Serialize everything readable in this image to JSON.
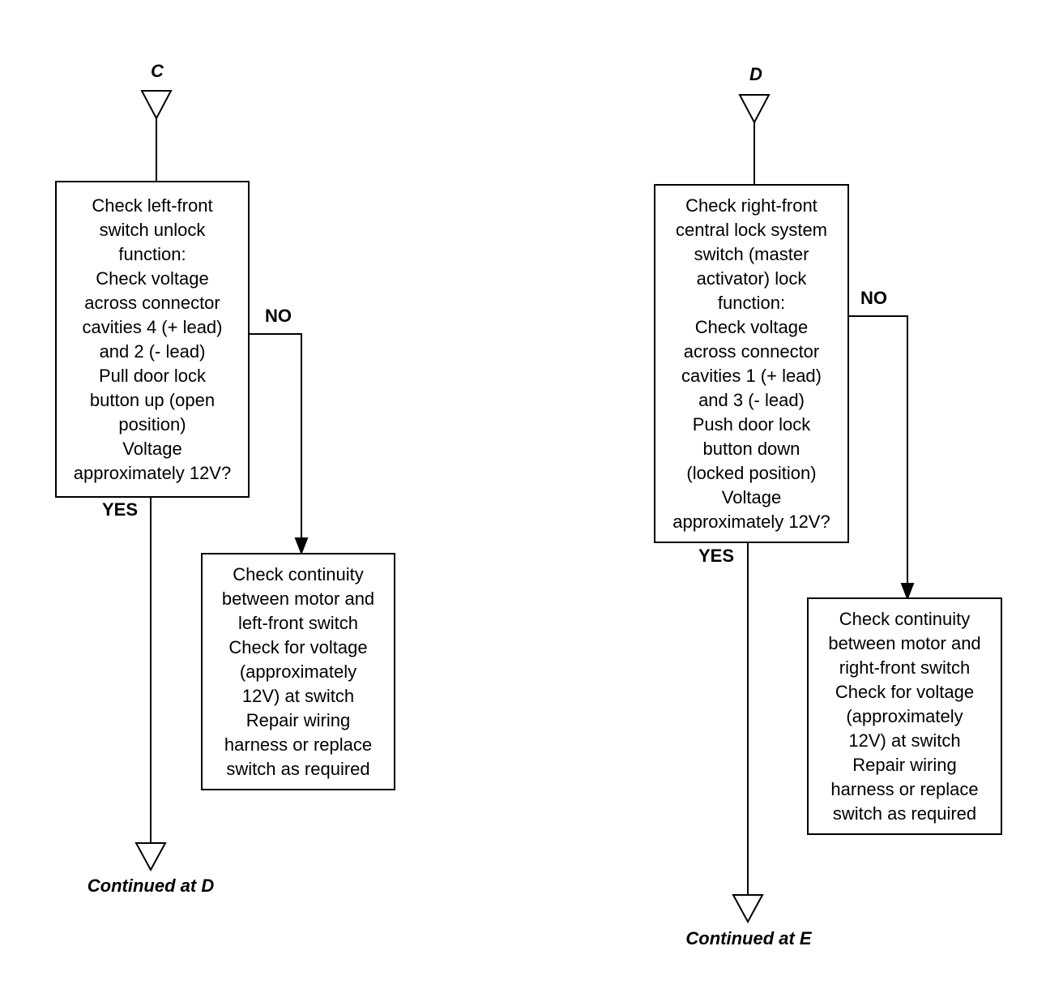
{
  "left": {
    "entry": "C",
    "check_box": {
      "lines": [
        "Check left-front",
        "switch unlock",
        "function:",
        "Check voltage",
        "across connector",
        "cavities 4 (+ lead)",
        "and 2 (- lead)",
        "Pull door lock",
        "button up (open",
        "position)",
        "Voltage",
        "approximately 12V?"
      ]
    },
    "no_label": "NO",
    "yes_label": "YES",
    "no_box": {
      "lines": [
        "Check continuity",
        "between motor and",
        "left-front switch",
        "Check for voltage",
        "(approximately",
        "12V) at switch",
        "Repair wiring",
        "harness or replace",
        "switch as required"
      ]
    },
    "exit": "Continued at D"
  },
  "right": {
    "entry": "D",
    "check_box": {
      "lines": [
        "Check right-front",
        "central lock system",
        "switch (master",
        "activator) lock",
        "function:",
        "Check voltage",
        "across connector",
        "cavities 1 (+ lead)",
        "and 3 (- lead)",
        "Push door lock",
        "button down",
        "(locked position)",
        "Voltage",
        "approximately 12V?"
      ]
    },
    "no_label": "NO",
    "yes_label": "YES",
    "no_box": {
      "lines": [
        "Check continuity",
        "between motor and",
        "right-front switch",
        "Check for voltage",
        "(approximately",
        "12V) at switch",
        "Repair wiring",
        "harness or replace",
        "switch as required"
      ]
    },
    "exit": "Continued at E"
  }
}
